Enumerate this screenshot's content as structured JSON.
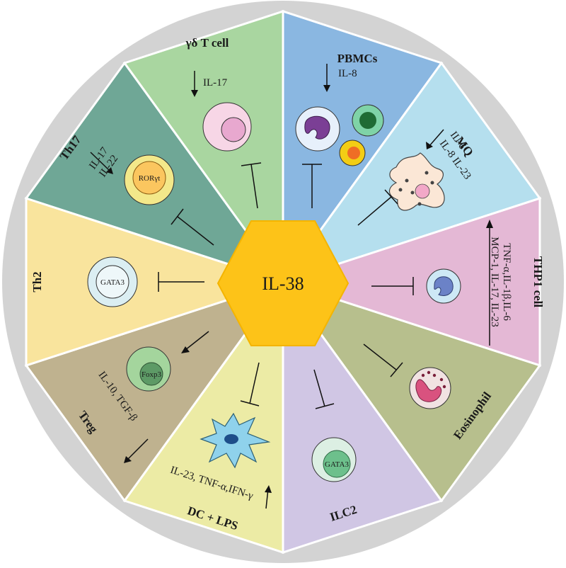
{
  "center": {
    "label": "IL-38",
    "color": "#fdc318"
  },
  "segments": [
    {
      "id": "pbmcs",
      "title": "PBMCs",
      "cytokines": [
        "IL-8"
      ],
      "color": "#8ab7e1"
    },
    {
      "id": "mq",
      "title": "MQ",
      "cytokines": [
        "IL-6",
        "IL-8  IL-23"
      ],
      "color": "#b5dfee"
    },
    {
      "id": "thp1",
      "title": "THP1 cell",
      "cytokines": [
        "TNF-α,IL-1β,IL-6",
        "MCP-1, IL-17, IL-23"
      ],
      "color": "#e4b8d5"
    },
    {
      "id": "eosinophil",
      "title": "Eosinophil",
      "cytokines": [],
      "color": "#b7bf8d"
    },
    {
      "id": "ilc2",
      "title": "ILC2",
      "cytokines": [],
      "inner": "GATA3",
      "color": "#d0c6e4"
    },
    {
      "id": "dc",
      "title": "DC + LPS",
      "cytokines": [
        "IL-23, TNF-α,IFN-γ"
      ],
      "color": "#eceba5"
    },
    {
      "id": "treg",
      "title": "Treg",
      "cytokines": [
        "IL-10, TGF-β"
      ],
      "inner": "Foxp3",
      "color": "#bfb28f"
    },
    {
      "id": "th2",
      "title": "Th2",
      "cytokines": [],
      "inner": "GATA3",
      "color": "#f9e49d"
    },
    {
      "id": "th17",
      "title": "Th17",
      "cytokines": [
        "IL-17",
        "IL-22"
      ],
      "inner": "RORγt",
      "color": "#6fa796"
    },
    {
      "id": "gdt",
      "title": "γδ T cell",
      "cytokines": [
        "IL-17"
      ],
      "color": "#a9d6a0"
    }
  ]
}
